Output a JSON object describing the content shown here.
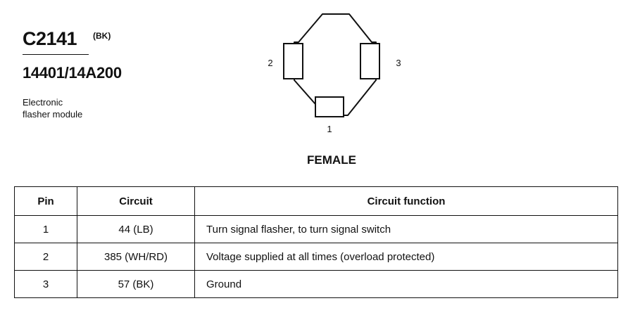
{
  "header": {
    "connector_id": "C2141",
    "color_code": "(BK)",
    "part_number": "14401/14A200",
    "description_lines": [
      "Electronic",
      "flasher module"
    ]
  },
  "diagram": {
    "pin_labels": [
      "1",
      "2",
      "3"
    ],
    "gender": "FEMALE"
  },
  "table": {
    "headers": [
      "Pin",
      "Circuit",
      "Circuit function"
    ],
    "rows": [
      {
        "pin": "1",
        "circuit": "44 (LB)",
        "function": "Turn signal flasher, to turn signal switch"
      },
      {
        "pin": "2",
        "circuit": "385 (WH/RD)",
        "function": "Voltage supplied at all times (overload protected)"
      },
      {
        "pin": "3",
        "circuit": "57 (BK)",
        "function": "Ground"
      }
    ]
  },
  "colors": {
    "ink": "#111111",
    "background": "#ffffff"
  }
}
